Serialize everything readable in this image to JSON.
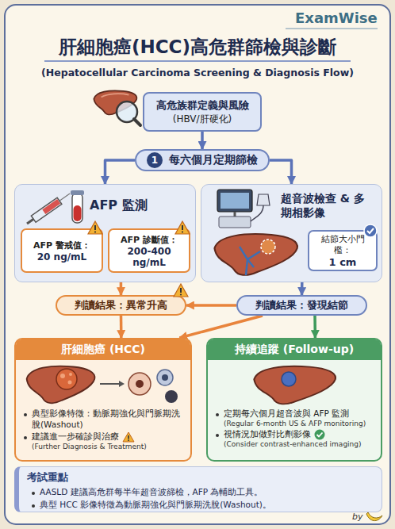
{
  "diagram": {
    "title": "肝細胞癌(HCC)高危群篩檢與診斷",
    "nodes": [
      {
        "text": [
          "高危族群定義與風險",
          "(HBV/肝硬化)"
        ]
      },
      {
        "text": [
          "1",
          "每六個月定期篩檢"
        ]
      },
      {
        "text": [
          "AFP 監測"
        ]
      },
      {
        "text": [
          "AFP 警戒值：",
          "20 ng/mL"
        ],
        "in": 2
      },
      {
        "text": [
          "AFP 診斷值：",
          "200-400 ng/mL"
        ],
        "in": 2
      },
      {
        "text": [
          "超音波檢查 & 多期相影像"
        ]
      },
      {
        "text": [
          "結節大小門檻：",
          "1 cm"
        ],
        "in": 5
      },
      {
        "text": [
          "判讀結果：異常升高"
        ]
      },
      {
        "text": [
          "判讀結果：發現結節"
        ]
      },
      {
        "text": [
          "肝細胞癌 (HCC)",
          "典型影像特徵：動脈期強化與門脈期洗脫(Washout)",
          "建議進一步確診與治療",
          "(Further Diagnosis & Treatment)"
        ]
      },
      {
        "text": [
          "持續追蹤 (Follow-up)",
          "定期每六個月超音波與 AFP 監測",
          "(Regular 6-month US & AFP monitoring)",
          "視情況加做對比劑影像",
          "(Consider contrast-enhanced imaging)"
        ]
      },
      {
        "text": [
          "考試重點",
          "AASLD 建議高危群每半年超音波篩檢，AFP 為輔助工具。",
          "典型 HCC 影像特徵為動脈期強化與門脈期洗脫(Washout)。"
        ]
      }
    ],
    "edges": [
      {
        "from": 0,
        "to": 1,
        "arrow": "to"
      },
      {
        "from": 1,
        "to": 2,
        "arrow": "to"
      },
      {
        "from": 1,
        "to": 5,
        "arrow": "to"
      },
      {
        "from": 2,
        "to": 7,
        "arrow": "to"
      },
      {
        "from": 5,
        "to": 8,
        "arrow": "to"
      },
      {
        "from": 8,
        "to": 7,
        "arrow": "to"
      },
      {
        "from": 7,
        "to": 9,
        "arrow": "to"
      },
      {
        "from": 8,
        "to": 9,
        "arrow": "to"
      },
      {
        "from": 8,
        "to": 10,
        "arrow": "to"
      }
    ],
    "labels": [
      "ExamWise",
      "(Hepatocellular Carcinoma Screening & Diagnosis Flow)",
      "by"
    ]
  }
}
